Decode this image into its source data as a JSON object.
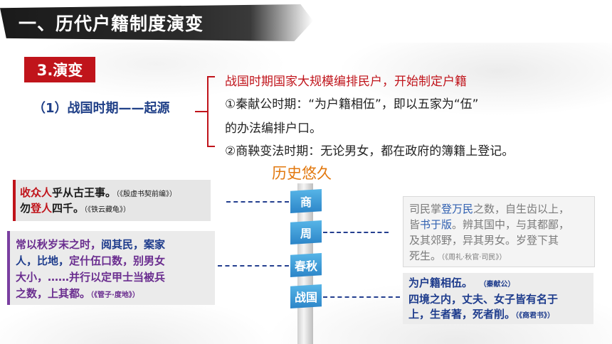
{
  "header": {
    "title": "一、历代户籍制度演变"
  },
  "section": {
    "label": "3.演变"
  },
  "period": {
    "label": "（1）战国时期——起源"
  },
  "description": {
    "line1": "战国时期国家大规模编排民户，开始制定户籍",
    "line2": "①秦献公时期：“为户籍相伍”，即以五家为“伍”",
    "line3": "的办法编排户口。",
    "line4": "②商鞅变法时期：无论男女，都在政府的簿籍上登记。"
  },
  "timeline": {
    "title": "历史悠久",
    "nodes": [
      "商",
      "周",
      "春秋",
      "战国"
    ]
  },
  "quotes": {
    "shang": {
      "l1_red1": "收众人",
      "l1_black1": "乎从古王事。",
      "l1_src": "（《殷虚书契前编》）",
      "l2_black1": "勿",
      "l2_red": "登人",
      "l2_black2": "四千。",
      "l2_src": "（《铁云藏龟》）"
    },
    "chunqiu": {
      "l1a": "常以秋岁末之时，",
      "l1b": "阅其民，案家",
      "l2a": "人，比地，",
      "l2b": "定什伍口数，别男女",
      "l3": "大小，……并行以定甲士当被兵",
      "l4": "之数，上其都。",
      "src": "（《管子·度地》）"
    },
    "zhou": {
      "l1a": "司民掌",
      "l1b": "登万民",
      "l1c": "之数，自生齿以上，",
      "l2a": "皆",
      "l2b": "书于版",
      "l2c": "。辨其国中，与其都鄙，",
      "l3": "及其郊野，异其男女。岁登下其",
      "l4": "死生。",
      "src": "（《周礼·秋官·司民》）"
    },
    "zhanguo": {
      "l1": "为户籍相伍。",
      "l1_src": "（秦献公）",
      "l2": "四境之内，丈夫、女子皆有名于",
      "l3": "上，生者著，死者削。",
      "l3_src": "（《商君书》）"
    }
  },
  "colors": {
    "accent_red": "#c0141b",
    "navy": "#1f3f87",
    "node_blue": "#2c85c8",
    "title_orange": "#e2780e"
  }
}
